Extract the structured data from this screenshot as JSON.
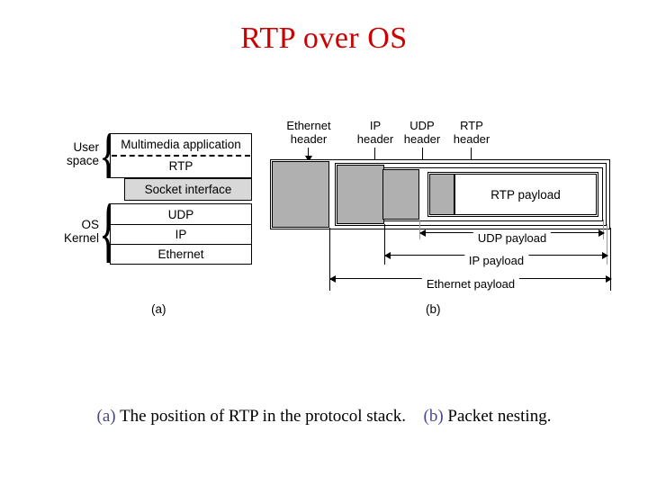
{
  "slide": {
    "title": "RTP over OS"
  },
  "caption": {
    "a_index": "(a)",
    "a_text": "The position of RTP in the protocol stack.",
    "b_index": "(b)",
    "b_text": "Packet nesting."
  },
  "figure_a": {
    "label": "(a)",
    "braces": [
      {
        "name": "user-space",
        "line1": "User",
        "line2": "space"
      },
      {
        "name": "os-kernel",
        "line1": "OS",
        "line2": "Kernel"
      }
    ],
    "layers": [
      {
        "name": "multimedia-application",
        "label": "Multimedia application",
        "fill": "white"
      },
      {
        "name": "rtp",
        "label": "RTP",
        "fill": "white"
      },
      {
        "name": "socket-interface",
        "label": "Socket interface",
        "fill": "gray"
      },
      {
        "name": "udp",
        "label": "UDP",
        "fill": "white"
      },
      {
        "name": "ip",
        "label": "IP",
        "fill": "white"
      },
      {
        "name": "ethernet",
        "label": "Ethernet",
        "fill": "white"
      }
    ]
  },
  "figure_b": {
    "label": "(b)",
    "headers": [
      {
        "name": "ethernet-header",
        "line1": "Ethernet",
        "line2": "header"
      },
      {
        "name": "ip-header",
        "line1": "IP",
        "line2": "header"
      },
      {
        "name": "udp-header",
        "line1": "UDP",
        "line2": "header"
      },
      {
        "name": "rtp-header",
        "line1": "RTP",
        "line2": "header"
      }
    ],
    "payload_box_label": "RTP payload",
    "spans": [
      {
        "name": "udp-payload",
        "label": "UDP payload"
      },
      {
        "name": "ip-payload",
        "label": "IP payload"
      },
      {
        "name": "ethernet-payload",
        "label": "Ethernet payload"
      }
    ]
  },
  "colors": {
    "title": "#cc0000",
    "caption_index": "#4a4a82",
    "header_fill": "#b0b0b0",
    "socket_fill": "#d8d8d8",
    "stroke": "#000000",
    "background": "#ffffff"
  }
}
